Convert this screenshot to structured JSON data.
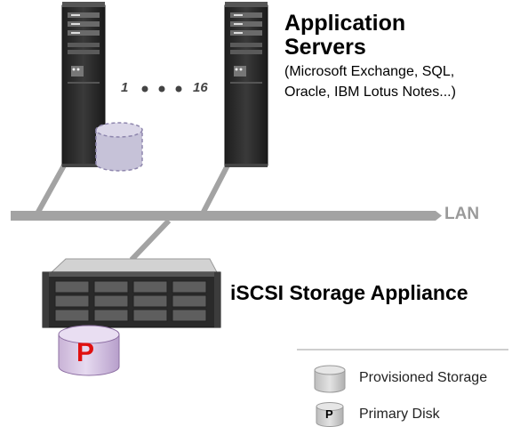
{
  "servers": {
    "title_line1": "Application",
    "title_line2": "Servers",
    "apps_line1": "(Microsoft Exchange, SQL,",
    "apps_line2": "Oracle, IBM Lotus Notes...)",
    "range_start": "1",
    "range_end": "16"
  },
  "network": {
    "label": "LAN"
  },
  "storage": {
    "title": "iSCSI Storage Appliance",
    "disk_letter": "P"
  },
  "legend": {
    "provisioned_label": "Provisioned Storage",
    "primary_label": "Primary Disk",
    "primary_letter": "P"
  },
  "colors": {
    "server_body": "#2c2c2c",
    "lan_bar": "#a3a3a3",
    "provisioned_fill": "#c6c2d8",
    "primary_fill": "#c9b5d6",
    "primary_letter": "#e01010"
  }
}
